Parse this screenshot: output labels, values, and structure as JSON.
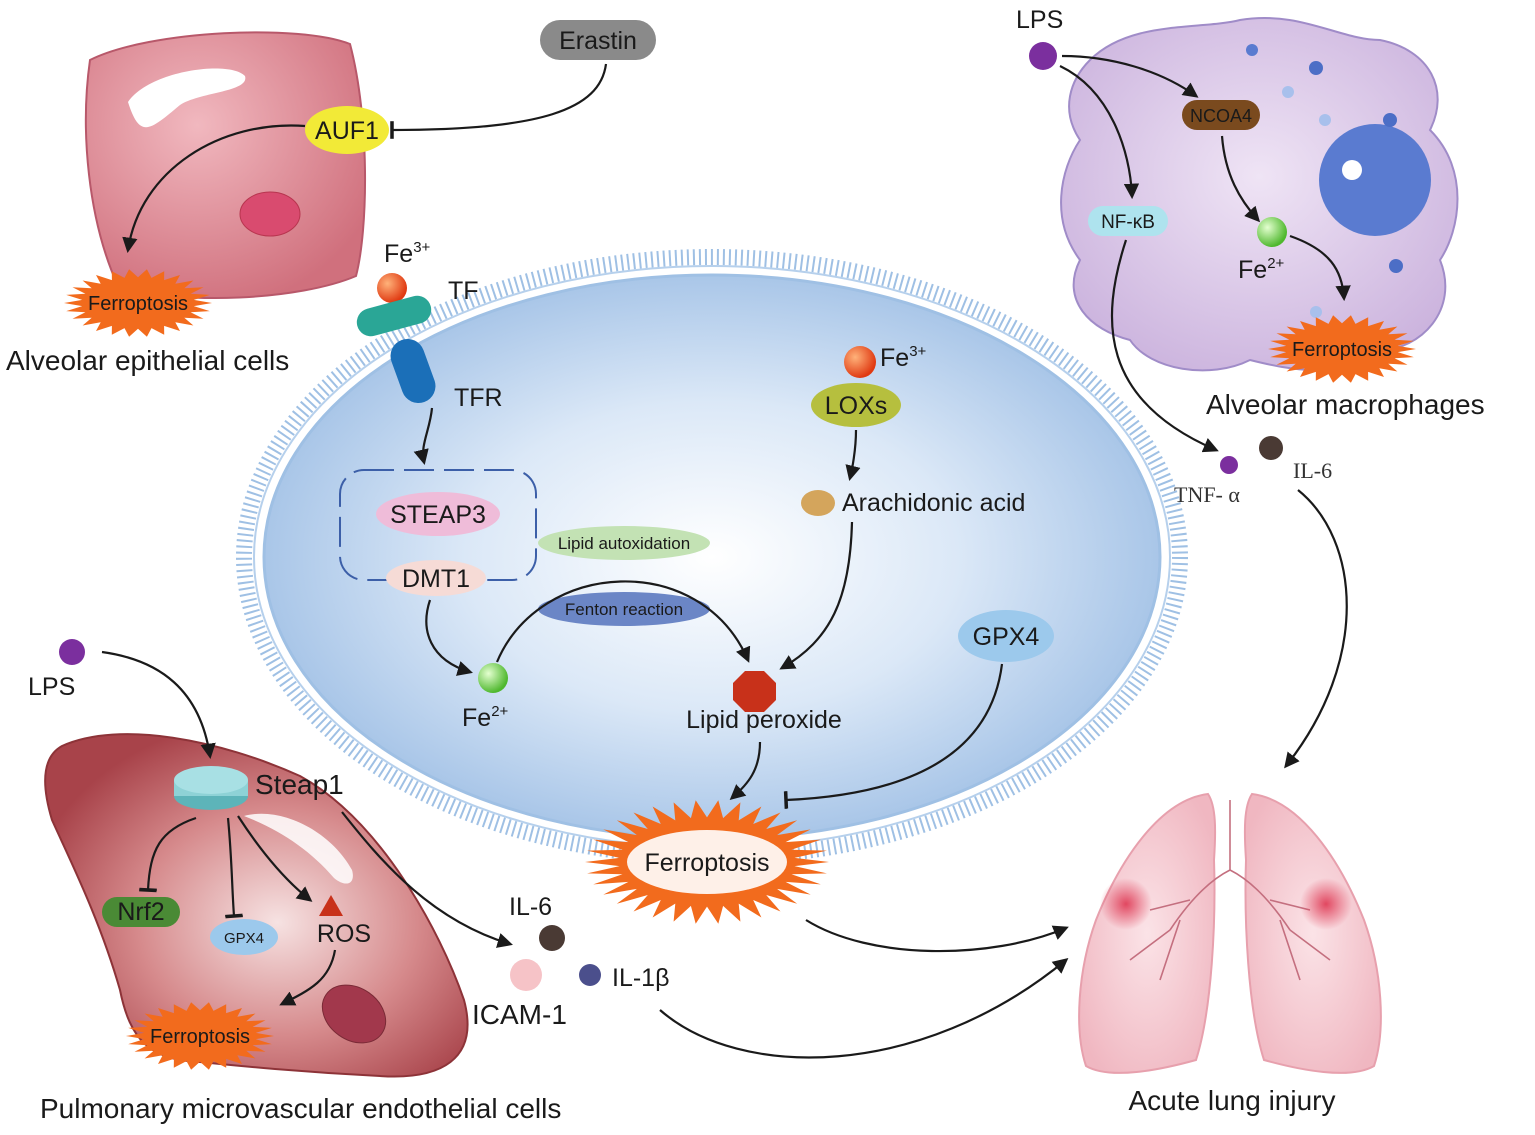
{
  "erastin": "Erastin",
  "epithelial": {
    "auf1": "AUF1",
    "ferroptosis": "Ferroptosis",
    "caption": "Alveolar epithelial cells"
  },
  "macrophage": {
    "lps": "LPS",
    "ncoa4": "NCOA4",
    "nfkb": "NF-κB",
    "fe2": "Fe",
    "fe2_sup": "2+",
    "ferroptosis": "Ferroptosis",
    "caption": "Alveolar macrophages",
    "tnf": "TNF- α",
    "il6": "IL-6"
  },
  "central": {
    "fe3": "Fe",
    "fe3_sup": "3+",
    "tf": "TF",
    "tfr": "TFR",
    "steap3": "STEAP3",
    "dmt1": "DMT1",
    "lipid_autox": "Lipid autoxidation",
    "fenton": "Fenton reaction",
    "fe2": "Fe",
    "fe2_sup": "2+",
    "lipid_peroxide": "Lipid peroxide",
    "loxs_fe3": "Fe",
    "loxs_fe3_sup": "3+",
    "loxs": "LOXs",
    "arachidonic": "Arachidonic acid",
    "gpx4": "GPX4",
    "ferroptosis": "Ferroptosis"
  },
  "endothelial": {
    "lps": "LPS",
    "steap1": "Steap1",
    "nrf2": "Nrf2",
    "gpx4": "GPX4",
    "ros": "ROS",
    "ferroptosis": "Ferroptosis",
    "caption": "Pulmonary microvascular endothelial cells"
  },
  "cytokines": {
    "il6": "IL-6",
    "il1b": "IL-1β",
    "icam1": "ICAM-1"
  },
  "lung": {
    "caption": "Acute lung injury"
  },
  "colors": {
    "epithelial_cell": "#d77a86",
    "macrophage_cell": "#d9c4e6",
    "endothelial_cell": "#b24a4e",
    "nucleus_blue": "#5a7bd0",
    "ferroptosis_burst": "#f26b1d",
    "membrane": "#9fc0e4",
    "fe3_ball": "#e8451a",
    "fe2_ball": "#6ec84a",
    "auf1": "#f2ea37",
    "gpx4": "#9cc9ec",
    "steap3": "#efbcd9",
    "nrf2": "#4a8a35",
    "ncoa4": "#7a4a1e",
    "lipid_peroxide": "#c8311a"
  }
}
